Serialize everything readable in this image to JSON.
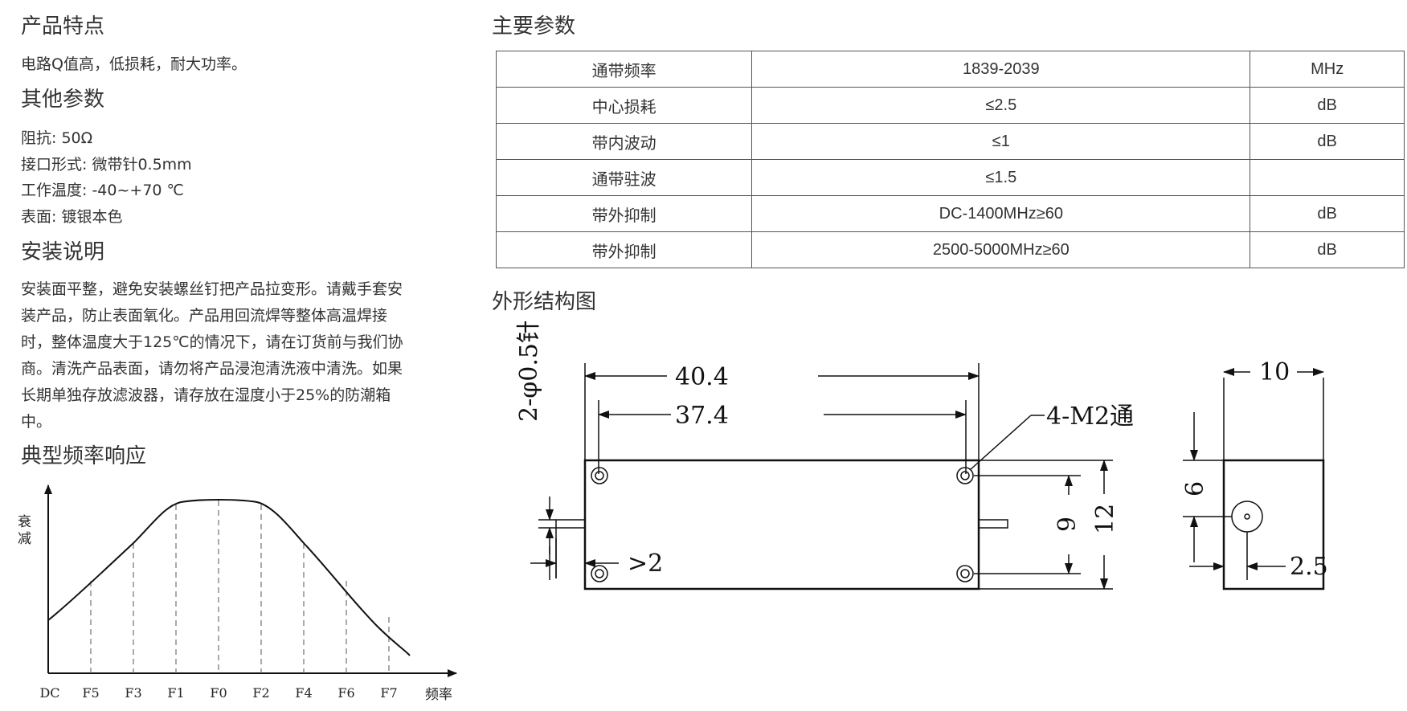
{
  "features": {
    "title": "产品特点",
    "text": "电路Q值高，低损耗，耐大功率。"
  },
  "other_params": {
    "title": "其他参数",
    "lines": [
      "阻抗: 50Ω",
      "接口形式: 微带针0.5mm",
      "工作温度: -40~+70 ℃",
      "表面: 镀银本色"
    ]
  },
  "install": {
    "title": "安装说明",
    "lines": [
      "安装面平整，避免安装螺丝钉把产品拉变形。请戴手套安",
      "装产品，防止表面氧化。产品用回流焊等整体高温焊接",
      "时，整体温度大于125℃的情况下，请在订货前与我们协",
      "商。清洗产品表面，请勿将产品浸泡清洗液中清洗。如果",
      "长期单独存放滤波器，请存放在湿度小于25%的防潮箱",
      "中。"
    ]
  },
  "response": {
    "title": "典型频率响应",
    "y_label": "衰减",
    "x_label": "频率",
    "x_ticks": [
      "DC",
      "F5",
      "F3",
      "F1",
      "F0",
      "F2",
      "F4",
      "F6",
      "F7"
    ]
  },
  "main_params": {
    "title": "主要参数",
    "rows": [
      {
        "name": "通带频率",
        "value": "1839-2039",
        "unit": "MHz"
      },
      {
        "name": "中心损耗",
        "value": "≤2.5",
        "unit": "dB"
      },
      {
        "name": "带内波动",
        "value": "≤1",
        "unit": "dB"
      },
      {
        "name": "通带驻波",
        "value": "≤1.5",
        "unit": ""
      },
      {
        "name": "带外抑制",
        "value": "DC-1400MHz≥60",
        "unit": "dB"
      },
      {
        "name": "带外抑制",
        "value": "2500-5000MHz≥60",
        "unit": "dB"
      }
    ]
  },
  "drawing": {
    "title": "外形结构图",
    "dim_overall": "40.4",
    "dim_holes": "37.4",
    "pin_label": "2-φ0.5针",
    "hole_label": "4-M2通",
    "dim_hole_spacing": "9",
    "dim_height": "12",
    "dim_pin_offset": "6",
    "dim_pin_length": ">2",
    "dim_depth": "10",
    "dim_pin_pos": "2.5"
  }
}
